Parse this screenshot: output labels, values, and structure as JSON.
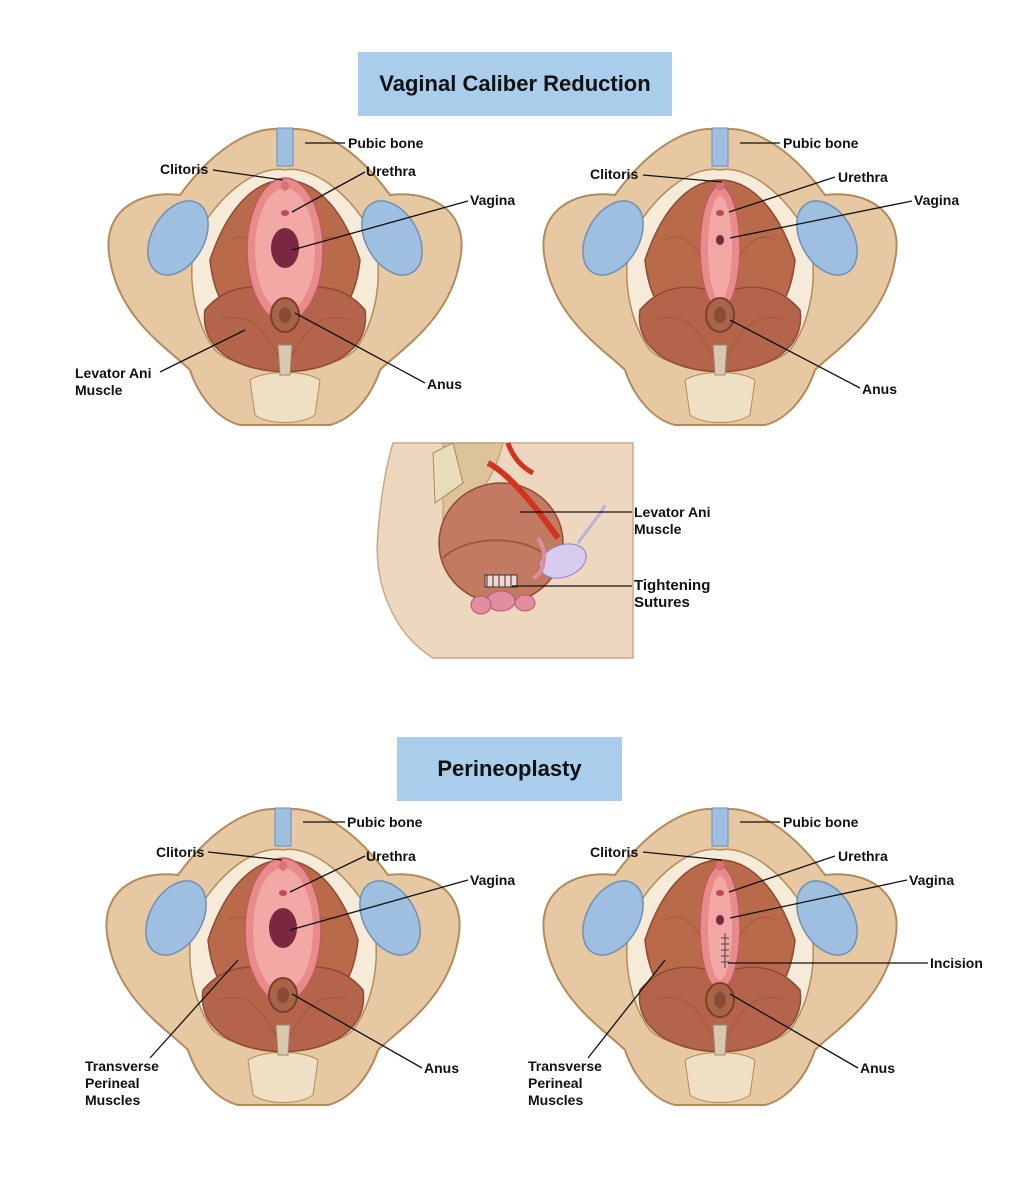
{
  "sections": {
    "caliber_title": "Vaginal Caliber Reduction",
    "perineo_title": "Perineoplasty"
  },
  "labels": {
    "pubic_bone": "Pubic bone",
    "clitoris": "Clitoris",
    "urethra": "Urethra",
    "vagina": "Vagina",
    "anus": "Anus",
    "levator_ani": "Levator Ani\nMuscle",
    "tightening_sutures": "Tightening\nSutures",
    "transverse_perineal": "Transverse\nPerineal\nMuscles",
    "incision": "Incision"
  },
  "colors": {
    "title_box": "#a9cdea",
    "bone": "#e6c9a3",
    "bone_edge": "#b58a5a",
    "cartilage": "#9fbfe0",
    "muscle": "#b86a4b",
    "muscle_dark": "#8f4a33",
    "mucosa": "#e78b8b",
    "vaginal_opening": "#7a2740",
    "skin": "#e8cfb4"
  }
}
